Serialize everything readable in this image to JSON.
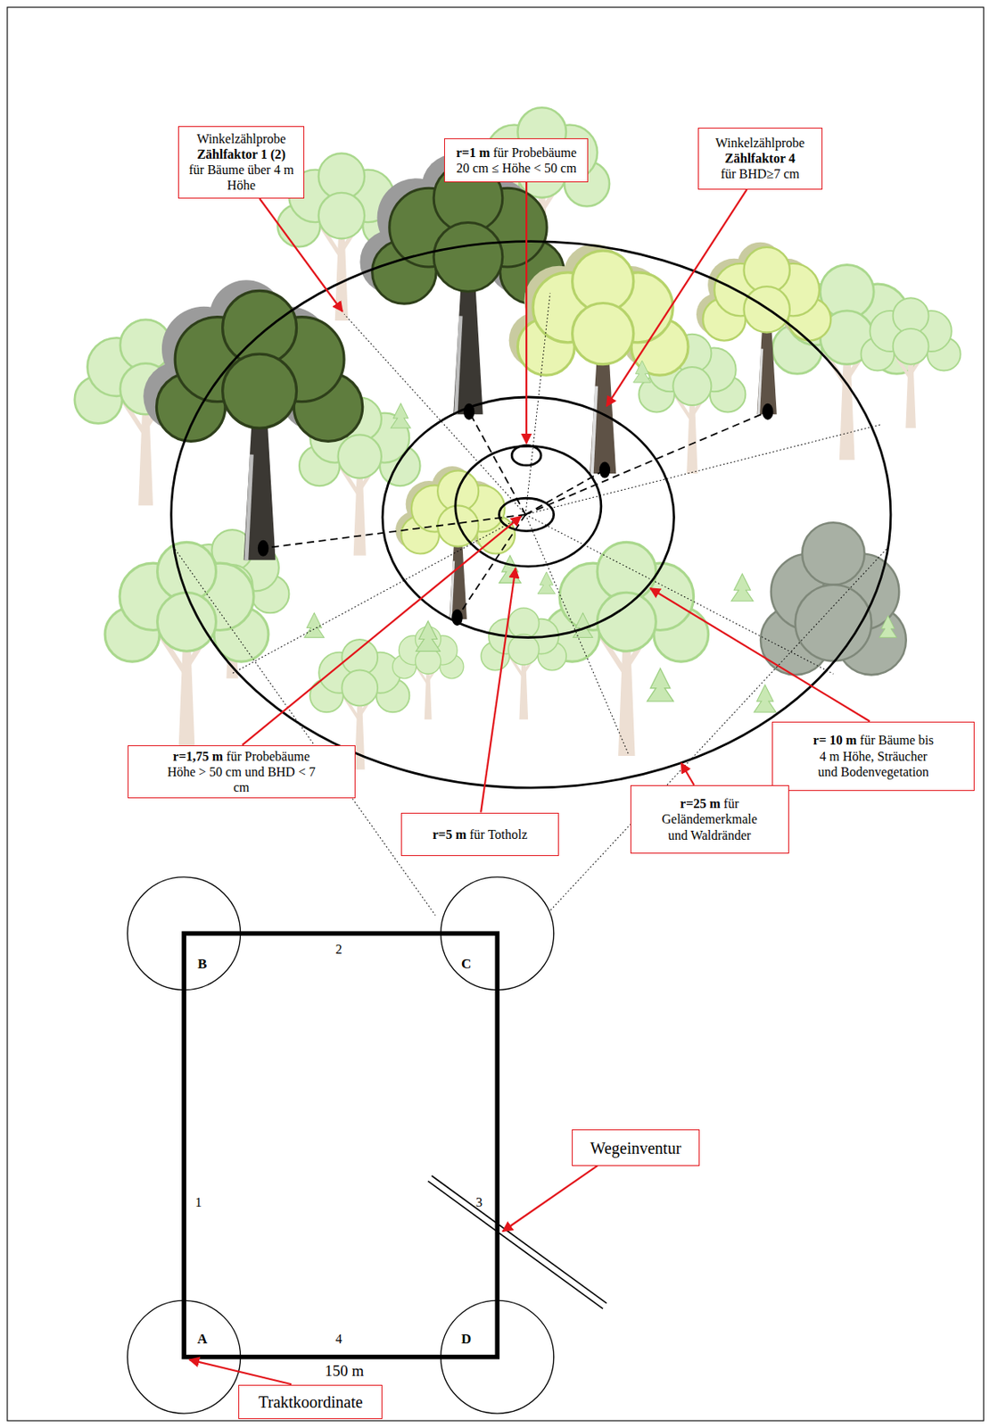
{
  "diagram": {
    "nodes": [
      {
        "text": [
          "Winkelzählprobe",
          "Zählfaktor 1 (2)",
          "für Bäume über 4 m Höhe"
        ]
      },
      {
        "text": [
          "r=1 m",
          "für Probebäume 20 cm ≤ Höhe < 50 cm"
        ]
      },
      {
        "text": [
          "Winkelzählprobe",
          "Zählfaktor 4",
          "für BHD≥7 cm"
        ]
      },
      {
        "text": [
          "r= 10 m",
          "für Bäume bis 4 m Höhe, Sträucher und Bodenvegetation"
        ]
      },
      {
        "text": [
          "r=1,75 m",
          "für Probebäume Höhe > 50 cm und BHD < 7 cm"
        ]
      },
      {
        "text": [
          "r=5 m",
          "für Totholz"
        ]
      },
      {
        "text": [
          "r=25 m",
          "für Geländemerkmale und Waldränder"
        ]
      },
      {
        "text": [
          "Wegeinventur"
        ]
      },
      {
        "text": [
          "Traktkoordinate"
        ]
      }
    ],
    "labels": [
      "B",
      "2",
      "C",
      "1",
      "3",
      "A",
      "4",
      "D",
      "150 m"
    ]
  }
}
